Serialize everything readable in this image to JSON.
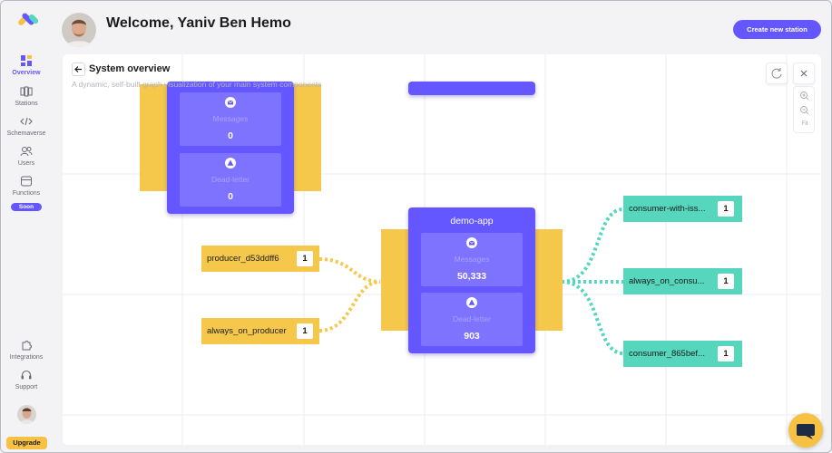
{
  "sidebar": {
    "items": [
      {
        "label": "Overview",
        "icon": "grid-icon",
        "active": true
      },
      {
        "label": "Stations",
        "icon": "stations-icon"
      },
      {
        "label": "Schemaverse",
        "icon": "code-icon"
      },
      {
        "label": "Users",
        "icon": "users-icon"
      },
      {
        "label": "Functions",
        "icon": "functions-icon",
        "badge": "Soon"
      }
    ],
    "bottom": [
      {
        "label": "Integrations",
        "icon": "puzzle-icon"
      },
      {
        "label": "Support",
        "icon": "headset-icon"
      }
    ],
    "upgrade_label": "Upgrade"
  },
  "header": {
    "welcome": "Welcome, Yaniv Ben Hemo",
    "create_button": "Create new station"
  },
  "panel": {
    "title": "System overview",
    "subtitle": "A dynamic, self-built graph visualization of your main system components",
    "fit_label": "Fit"
  },
  "stations": [
    {
      "name": "",
      "messages_label": "Messages",
      "messages": "0",
      "dls_label": "Dead-letter",
      "dls": "0"
    },
    {
      "name": "demo-app",
      "messages_label": "Messages",
      "messages": "50,333",
      "dls_label": "Dead-letter",
      "dls": "903"
    }
  ],
  "producers": [
    {
      "name": "producer_d53ddff6",
      "count": "1"
    },
    {
      "name": "always_on_producer",
      "count": "1"
    }
  ],
  "consumers": [
    {
      "name": "consumer-with-iss...",
      "count": "1"
    },
    {
      "name": "always_on_consu...",
      "count": "1"
    },
    {
      "name": "consumer_865bef...",
      "count": "1"
    }
  ],
  "colors": {
    "accent": "#6557ff",
    "producer": "#f5c84b",
    "consumer": "#55d6bd",
    "upgrade": "#f7c143"
  }
}
